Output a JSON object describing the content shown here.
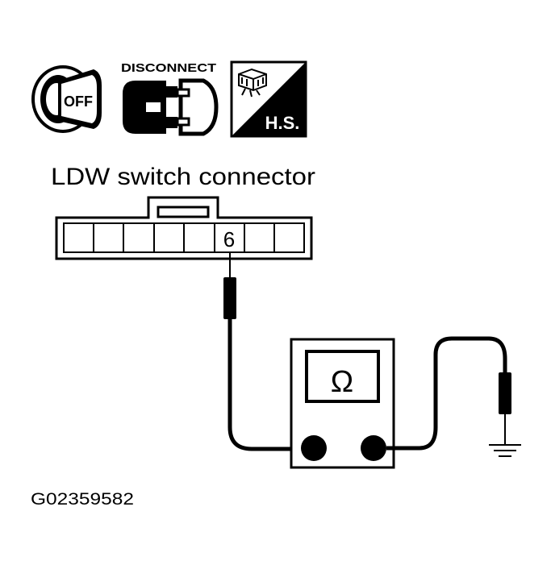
{
  "icons": {
    "ignition": {
      "icon": "ignition-key-icon",
      "text": "OFF"
    },
    "disconnect": {
      "icon": "connector-disconnect-icon",
      "text": "DISCONNECT"
    },
    "harness_side": {
      "icon": "harness-side-icon",
      "text": "H.S."
    }
  },
  "connector": {
    "title": "LDW switch connector",
    "terminal_label": "6"
  },
  "meter": {
    "symbol": "Ω",
    "icon": "ohmmeter-icon"
  },
  "ground": {
    "icon": "ground-icon"
  },
  "figure_id": "G02359582"
}
